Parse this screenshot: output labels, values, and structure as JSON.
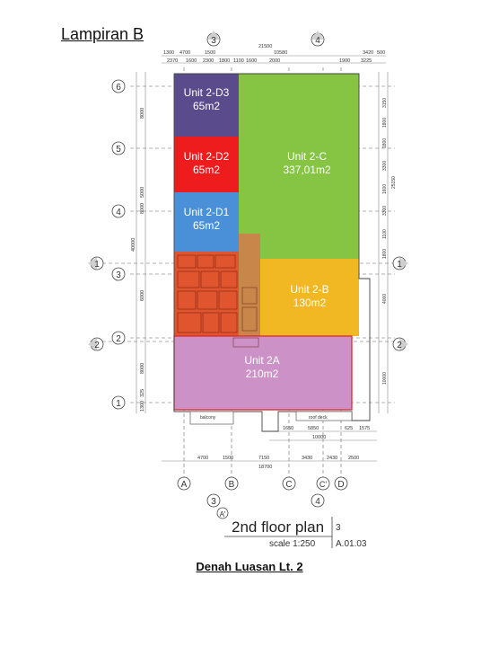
{
  "page": {
    "heading": "Lampiran B",
    "caption": "Denah Luasan Lt. 2"
  },
  "plan": {
    "title": "2nd floor plan",
    "scale": "scale 1:250",
    "sheet_number": "3",
    "sheet_code": "A.01.03",
    "grid_rows": [
      "6",
      "5",
      "4",
      "3",
      "2",
      "1"
    ],
    "grid_cols": [
      "A",
      "B",
      "C",
      "C'",
      "D"
    ],
    "grid_sub": "A'",
    "section_markers": [
      "1",
      "1",
      "2",
      "2",
      "3",
      "3",
      "4",
      "4"
    ],
    "top_dims": [
      "1300",
      "4700",
      "1500",
      "21500",
      "10580",
      "3420",
      "500"
    ],
    "top_dims_2": [
      "2370",
      "1600",
      "2300",
      "1800",
      "1100",
      "1600",
      "2000",
      "1900",
      "3225"
    ],
    "left_dims": [
      "8000",
      "5000",
      "8000",
      "40000",
      "6000",
      "8000",
      "325",
      "1300"
    ],
    "right_dims": [
      "3150",
      "1800",
      "1800",
      "3300",
      "1600",
      "3300",
      "1100",
      "1800",
      "4000",
      "10000",
      "25150"
    ],
    "bottom_dims_1": [
      "1650",
      "5850",
      "625",
      "1575"
    ],
    "bottom_dims_2": "10000",
    "bottom_dims_3": [
      "4700",
      "1500",
      "7150",
      "3430",
      "2430",
      "2500"
    ],
    "bottom_dims_total": "18700",
    "labels": {
      "balcony": "balcony",
      "roof_deck": "roof deck"
    }
  },
  "units": [
    {
      "name": "Unit 2-D3",
      "area": "65m2",
      "color": "#5a4b8c"
    },
    {
      "name": "Unit 2-D2",
      "area": "65m2",
      "color": "#ee1c1c"
    },
    {
      "name": "Unit 2-D1",
      "area": "65m2",
      "color": "#4a90d9"
    },
    {
      "name": "Unit 2-C",
      "area": "337,01m2",
      "color": "#86c543"
    },
    {
      "name": "Unit 2-B",
      "area": "130m2",
      "color": "#f2b824"
    },
    {
      "name": "Unit 2A",
      "area": "210m2",
      "color": "#cc92c7"
    }
  ],
  "colors": {
    "core": "#e0542e",
    "corridor": "#c8864a",
    "line": "#555555"
  }
}
